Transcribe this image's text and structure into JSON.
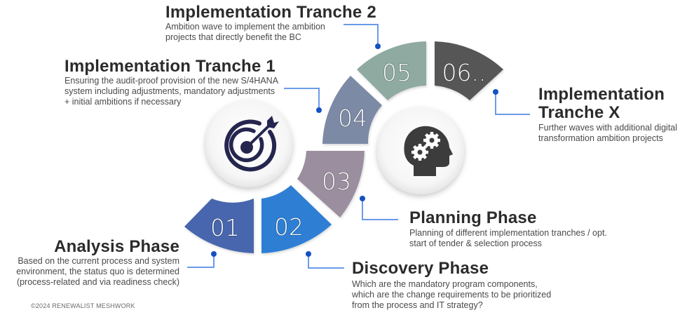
{
  "steps": [
    {
      "number": "01",
      "title": "Analysis Phase",
      "description": [
        "Based on the current process and system",
        "environment, the status quo is determined",
        "(process-related and via readiness check)"
      ],
      "color": "#4766ad"
    },
    {
      "number": "02",
      "title": "Discovery Phase",
      "description": [
        "Which are the mandatory program components,",
        "which are the change requirements to be prioritized",
        "from the process and IT strategy?"
      ],
      "color": "#2f7fd4"
    },
    {
      "number": "03",
      "title": "Planning Phase",
      "description": [
        "Planning of different implementation tranches / opt.",
        "start of tender & selection process"
      ],
      "color": "#9b8f9f"
    },
    {
      "number": "04",
      "title": "Implementation Tranche 1",
      "description": [
        "Ensuring the audit-proof provision of the new S/4HANA",
        "system including adjustments, mandatory adjustments",
        "+ initial ambitions if necessary"
      ],
      "color": "#7b8aa6"
    },
    {
      "number": "05",
      "title": "Implementation Tranche 2",
      "description": [
        "Ambition wave to implement the ambition",
        "projects that directly benefit the BC"
      ],
      "color": "#8faaa0"
    },
    {
      "number": "06..",
      "title_lines": [
        "Implementation",
        "Tranche X"
      ],
      "description": [
        "Further waves with additional digital",
        "transformation ambition projects"
      ],
      "color": "#575757"
    }
  ],
  "icons": {
    "left_circle": "target-icon",
    "right_circle": "head-gears-icon"
  },
  "colors": {
    "connector_line": "#6a9be8",
    "connector_dot": "#1451c2",
    "target_icon": "#25264f",
    "head_icon": "#3c3c3c"
  },
  "footer": {
    "copyright": "©2024 RENEWALIST MESHWORK"
  }
}
